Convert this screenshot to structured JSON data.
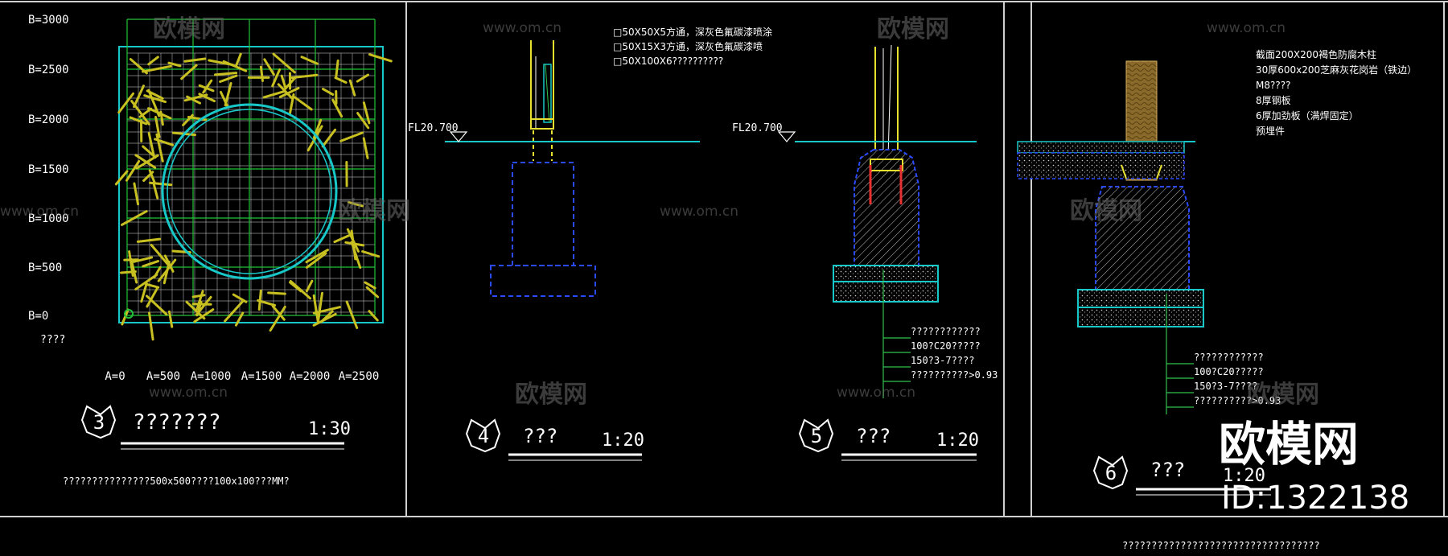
{
  "watermark": {
    "brand": "欧模网",
    "url": "www.om.cn",
    "big_brand": "欧模网",
    "id": "ID:1322138"
  },
  "panel3": {
    "b_labels": [
      "B=3000",
      "B=2500",
      "B=2000",
      "B=1500",
      "B=1000",
      "B=500",
      "B=0"
    ],
    "a_labels": [
      "A=0",
      "A=500",
      "A=1000",
      "A=1500",
      "A=2000",
      "A=2500"
    ],
    "side_note": "????",
    "number": "3",
    "title": "???????",
    "scale": "1:30",
    "note": "???????????????500x500????100x100???MM?"
  },
  "panel4": {
    "elevation": "FL20.700",
    "notes": [
      "□50X50X5方通，深灰色氟碳漆喷涂",
      "□50X15X3方通，深灰色氟碳漆喷",
      "□50X100X6??????????"
    ],
    "number": "4",
    "title": "???",
    "scale": "1:20"
  },
  "panel5": {
    "elevation": "FL20.700",
    "layers": [
      "????????????",
      "100?C20?????",
      "150?3-7????",
      "??????????>0.93"
    ],
    "number": "5",
    "title": "???",
    "scale": "1:20"
  },
  "panel6": {
    "notes": [
      "截面200X200褐色防腐木柱",
      "30厚600x200芝麻灰花岗岩（铁边）",
      "M8????",
      "8厚钢板",
      "6厚加劲板（满焊固定）",
      "预埋件"
    ],
    "layers": [
      "????????????",
      "100?C20?????",
      "150?3-7????",
      "??????????>0.93"
    ],
    "number": "6",
    "title": "???",
    "scale": "1:20",
    "bottom_note": "??????????????????????????????????"
  }
}
